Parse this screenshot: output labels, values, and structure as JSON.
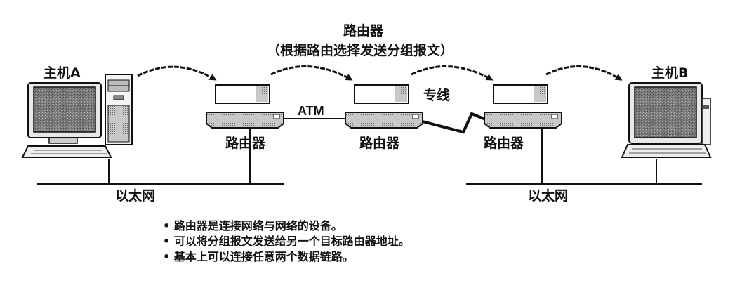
{
  "title": "路由器",
  "subtitle": "（根据路由选择发送分组报文）",
  "host_a": "主机A",
  "host_b": "主机B",
  "routers": [
    {
      "label": "路由器"
    },
    {
      "label": "路由器"
    },
    {
      "label": "路由器"
    }
  ],
  "links": {
    "atm": "ATM",
    "leased_line": "专线"
  },
  "ethernet_left": "以太网",
  "ethernet_right": "以太网",
  "notes": [
    "路由器是连接网络与网络的设备。",
    "可以将分组报文发送给另一个目标路由器地址。",
    "基本上可以连接任意两个数据链路。"
  ]
}
